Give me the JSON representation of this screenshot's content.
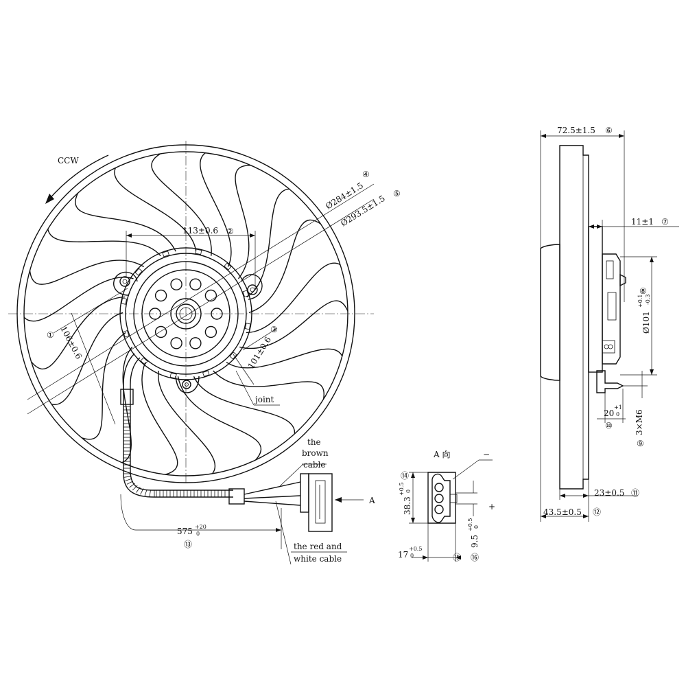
{
  "labels": {
    "rotation": "CCW",
    "dia_inner": "Ø284±1.5",
    "dia_inner_ref": "④",
    "dia_outer": "Ø293.5±1.5",
    "dia_outer_ref": "⑤",
    "bolt_span": "113±0.6",
    "bolt_span_ref": "②",
    "hub_101": "101±0.6",
    "hub_101_ref": "③",
    "radius_106": "106±0.6",
    "ref_1": "①",
    "joint": "joint",
    "brown_cable": [
      "the",
      "brown",
      "cable"
    ],
    "cable_len": "575",
    "cable_len_tol_up": "+20",
    "cable_len_tol_dn": "0",
    "cable_len_ref": "⑬",
    "red_white_cable": [
      "the red and",
      "white cable"
    ],
    "view_arrow": "A"
  },
  "connector_view": {
    "title": "A 向",
    "minus": "−",
    "plus": "+",
    "height": "38.3",
    "height_tol_up": "+0.5",
    "height_tol_dn": "0",
    "height_ref": "⑭",
    "width": "17",
    "width_tol_up": "+0.5",
    "width_tol_dn": "0",
    "width_ref": "⑮",
    "pitch": "9.5",
    "pitch_tol_up": "+0.5",
    "pitch_tol_dn": "0",
    "pitch_ref": "⑯"
  },
  "side_view": {
    "depth": "72.5±1.5",
    "depth_ref": "⑥",
    "flange": "11±1",
    "flange_ref": "⑦",
    "pilot_dia": "Ø101",
    "pilot_tol_up": "+0.1",
    "pilot_tol_dn": "-0.3",
    "pilot_ref": "⑧",
    "thread": "3×M6",
    "thread_ref": "⑨",
    "stud": "20",
    "stud_tol_up": "+1",
    "stud_tol_dn": "0",
    "stud_ref": "⑩",
    "offset_23": "23±0.5",
    "offset_23_ref": "⑪",
    "offset_43": "43.5±0.5",
    "offset_43_ref": "⑫"
  }
}
